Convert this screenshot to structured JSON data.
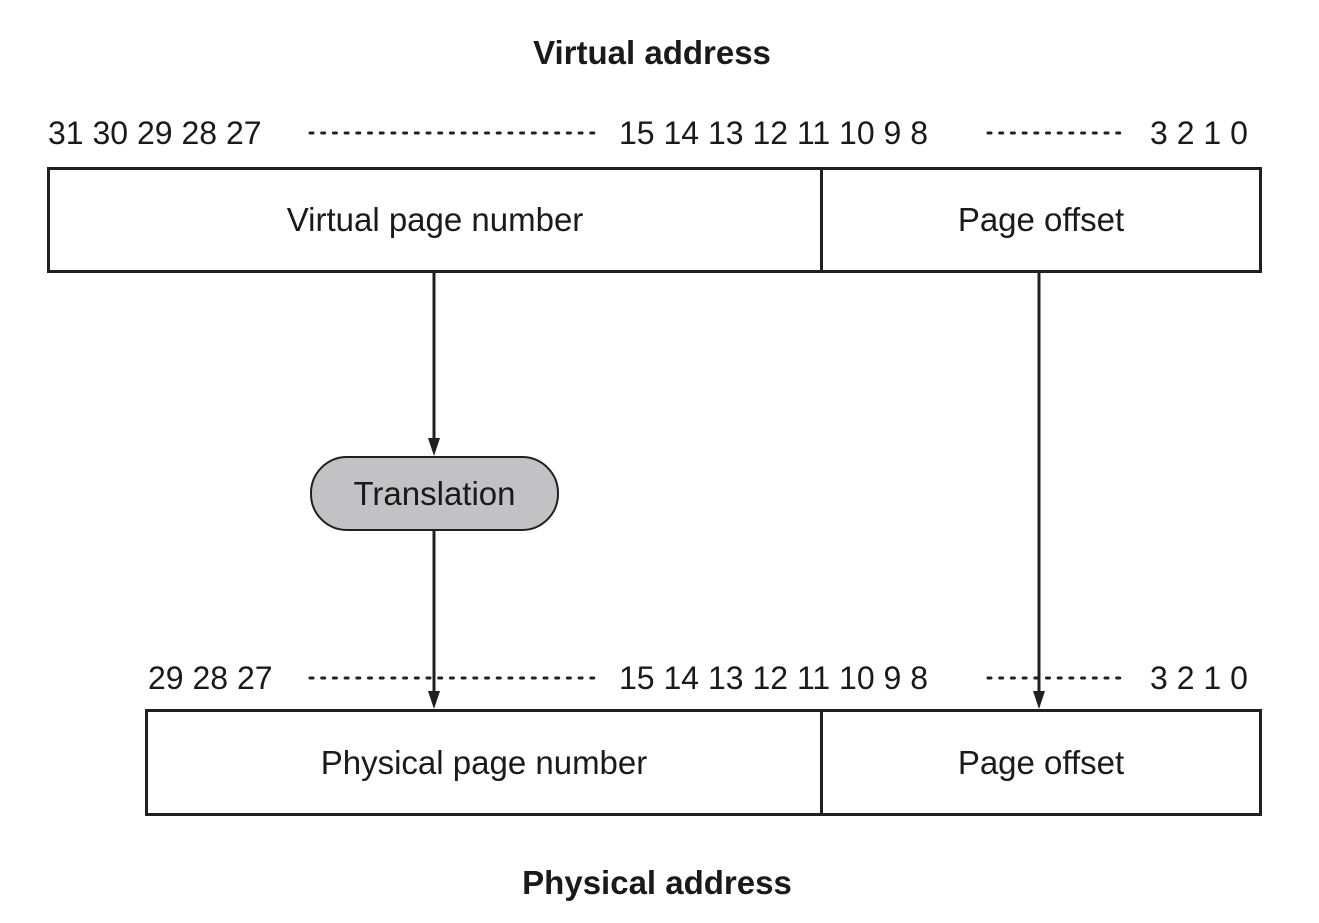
{
  "virtual_address": {
    "title": "Virtual address",
    "bits_high": "31 30 29 28 27",
    "bits_mid": "15 14 13 12 11 10 9 8",
    "bits_low": "3 2 1 0",
    "page_number_label": "Virtual page number",
    "page_offset_label": "Page offset"
  },
  "translation": {
    "label": "Translation"
  },
  "physical_address": {
    "title": "Physical address",
    "bits_high": "29 28 27",
    "bits_mid": "15 14 13 12 11 10 9 8",
    "bits_low": "3 2 1 0",
    "page_number_label": "Physical page number",
    "page_offset_label": "Page offset"
  },
  "colors": {
    "line": "#231f20",
    "translation_fill": "#c2c2c4"
  }
}
